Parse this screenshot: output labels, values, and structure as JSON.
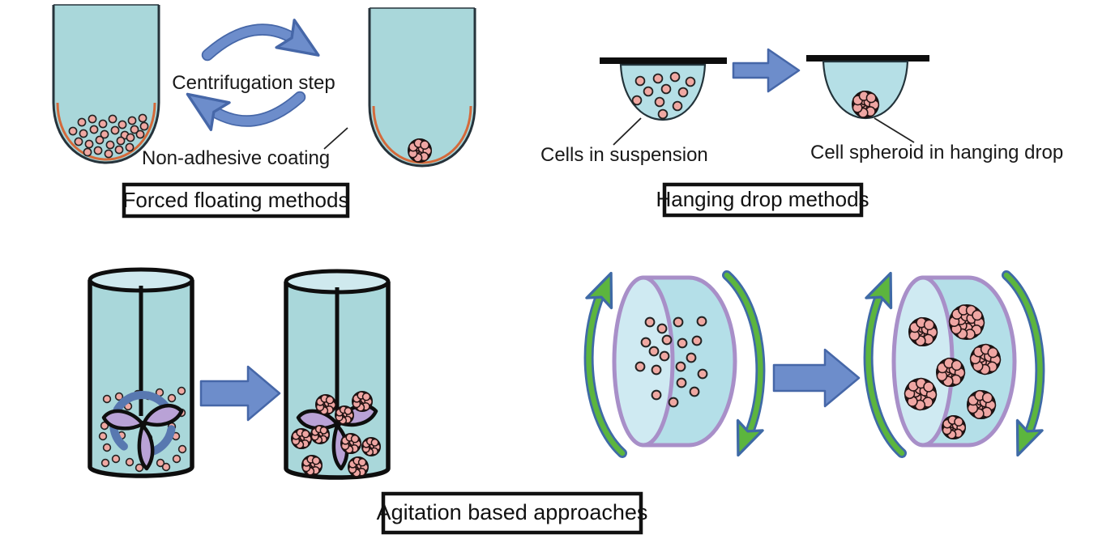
{
  "figure": {
    "description_labels_only": true
  },
  "panels": {
    "forced_floating": {
      "box_label": "Forced floating methods",
      "cycle_label": "Centrifugation step",
      "coating_label": "Non-adhesive coating"
    },
    "hanging_drop": {
      "box_label": "Hanging drop methods",
      "suspension_label": "Cells in suspension",
      "spheroid_label": "Cell spheroid in hanging drop"
    },
    "agitation": {
      "box_label": "Agitation based approaches"
    }
  },
  "colors": {
    "liquid_teal": "#a9d7da",
    "drop_teal": "#b5dfe6",
    "flask_top_teal": "#cfe9ee",
    "vessel_body_teal": "#b4dfe8",
    "vessel_face_teal": "#cfeaf2",
    "cell_pink": "#f0a8a2",
    "spheroid_pink": "#efa6a3",
    "coating_orange": "#d4693a",
    "arrow_blue": "#6d8dcb",
    "arrow_blue_outline": "#4667a8",
    "impeller_purple": "#b9a2d6",
    "motion_arc_blue": "#5878b0",
    "vessel_outline_purple": "#a88fc8",
    "rotation_green": "#5cb53e",
    "rotation_green_outline": "#3f6aa6",
    "caption_border": "#111111",
    "text": "#191919"
  }
}
